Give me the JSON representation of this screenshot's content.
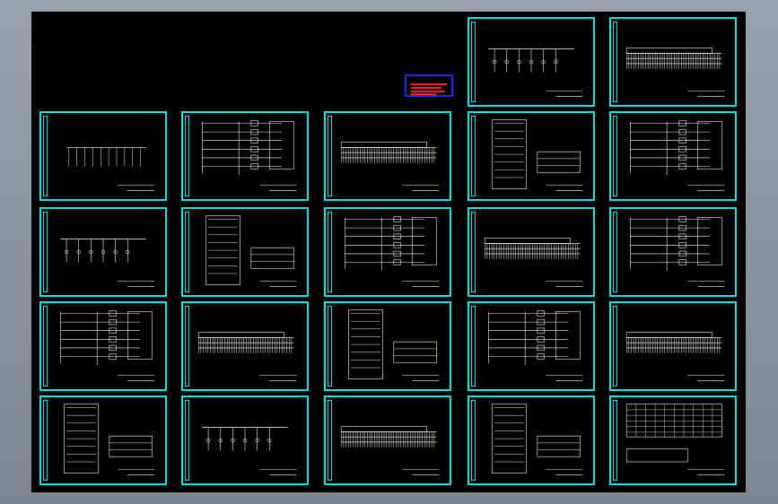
{
  "app": {
    "title": ""
  },
  "legend": {
    "title": "",
    "accent": "#1d2bff",
    "text_color": "#ff2020"
  },
  "colors": {
    "sheet_border": "#19e3e3",
    "background": "#000000",
    "drawing": "#ffffff"
  },
  "sheets": [
    {
      "row": 0,
      "col": 3,
      "kind": "oneline",
      "tb": [
        "",
        ""
      ]
    },
    {
      "row": 0,
      "col": 4,
      "kind": "schedule",
      "tb": [
        "",
        ""
      ]
    },
    {
      "row": 1,
      "col": 0,
      "kind": "busbar",
      "tb": [
        "",
        ""
      ]
    },
    {
      "row": 1,
      "col": 1,
      "kind": "control",
      "tb": [
        "",
        ""
      ]
    },
    {
      "row": 1,
      "col": 2,
      "kind": "schedule",
      "tb": [
        "",
        ""
      ]
    },
    {
      "row": 1,
      "col": 3,
      "kind": "wiring",
      "tb": [
        "",
        ""
      ]
    },
    {
      "row": 1,
      "col": 4,
      "kind": "control",
      "tb": [
        "",
        ""
      ]
    },
    {
      "row": 2,
      "col": 0,
      "kind": "oneline",
      "tb": [
        "",
        ""
      ]
    },
    {
      "row": 2,
      "col": 1,
      "kind": "wiring",
      "tb": [
        "",
        ""
      ]
    },
    {
      "row": 2,
      "col": 2,
      "kind": "control",
      "tb": [
        "",
        ""
      ]
    },
    {
      "row": 2,
      "col": 3,
      "kind": "schedule",
      "tb": [
        "",
        ""
      ]
    },
    {
      "row": 2,
      "col": 4,
      "kind": "control",
      "tb": [
        "",
        ""
      ]
    },
    {
      "row": 3,
      "col": 0,
      "kind": "control",
      "tb": [
        "",
        ""
      ]
    },
    {
      "row": 3,
      "col": 1,
      "kind": "schedule",
      "tb": [
        "",
        ""
      ]
    },
    {
      "row": 3,
      "col": 2,
      "kind": "wiring",
      "tb": [
        "",
        ""
      ]
    },
    {
      "row": 3,
      "col": 3,
      "kind": "control",
      "tb": [
        "",
        ""
      ]
    },
    {
      "row": 3,
      "col": 4,
      "kind": "schedule",
      "tb": [
        "",
        ""
      ]
    },
    {
      "row": 4,
      "col": 0,
      "kind": "wiring",
      "tb": [
        "",
        ""
      ]
    },
    {
      "row": 4,
      "col": 1,
      "kind": "oneline",
      "tb": [
        "",
        ""
      ]
    },
    {
      "row": 4,
      "col": 2,
      "kind": "schedule",
      "tb": [
        "",
        ""
      ]
    },
    {
      "row": 4,
      "col": 3,
      "kind": "wiring",
      "tb": [
        "",
        ""
      ]
    },
    {
      "row": 4,
      "col": 4,
      "kind": "table",
      "tb": [
        "",
        ""
      ]
    }
  ]
}
